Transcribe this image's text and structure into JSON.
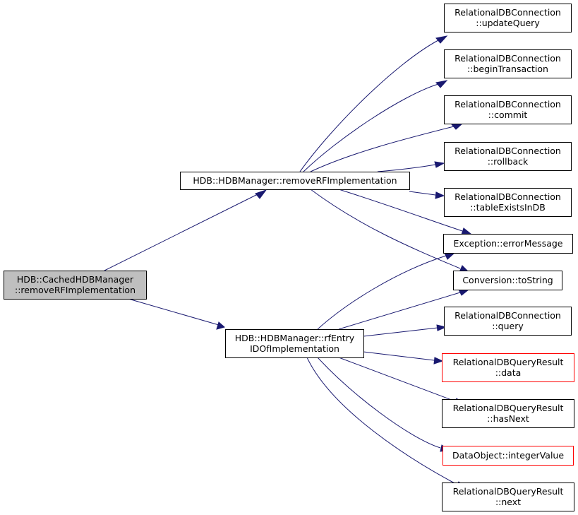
{
  "colors": {
    "edge": "#191970",
    "node_border": "#000000",
    "node_border_incomplete": "#ff0000",
    "node_fill": "#ffffff",
    "node_fill_root": "#bfbfbf"
  },
  "nodes": [
    {
      "id": "root",
      "lines": [
        "HDB::CachedHDBManager",
        "::removeRFImplementation"
      ],
      "style": "root"
    },
    {
      "id": "removeRF",
      "lines": [
        "HDB::HDBManager::removeRFImplementation"
      ],
      "style": "normal"
    },
    {
      "id": "rfEntry",
      "lines": [
        "HDB::HDBManager::rfEntry",
        "IDOfImplementation"
      ],
      "style": "normal"
    },
    {
      "id": "updateQuery",
      "lines": [
        "RelationalDBConnection",
        "::updateQuery"
      ],
      "style": "normal"
    },
    {
      "id": "beginTransaction",
      "lines": [
        "RelationalDBConnection",
        "::beginTransaction"
      ],
      "style": "normal"
    },
    {
      "id": "commit",
      "lines": [
        "RelationalDBConnection",
        "::commit"
      ],
      "style": "normal"
    },
    {
      "id": "rollback",
      "lines": [
        "RelationalDBConnection",
        "::rollback"
      ],
      "style": "normal"
    },
    {
      "id": "tableExists",
      "lines": [
        "RelationalDBConnection",
        "::tableExistsInDB"
      ],
      "style": "normal"
    },
    {
      "id": "errorMessage",
      "lines": [
        "Exception::errorMessage"
      ],
      "style": "normal"
    },
    {
      "id": "toString",
      "lines": [
        "Conversion::toString"
      ],
      "style": "normal"
    },
    {
      "id": "query",
      "lines": [
        "RelationalDBConnection",
        "::query"
      ],
      "style": "normal"
    },
    {
      "id": "data",
      "lines": [
        "RelationalDBQueryResult",
        "::data"
      ],
      "style": "incomplete"
    },
    {
      "id": "hasNext",
      "lines": [
        "RelationalDBQueryResult",
        "::hasNext"
      ],
      "style": "normal"
    },
    {
      "id": "integerValue",
      "lines": [
        "DataObject::integerValue"
      ],
      "style": "incomplete"
    },
    {
      "id": "next",
      "lines": [
        "RelationalDBQueryResult",
        "::next"
      ],
      "style": "normal"
    }
  ],
  "edges": [
    {
      "from": "root",
      "to": "removeRF"
    },
    {
      "from": "root",
      "to": "rfEntry"
    },
    {
      "from": "removeRF",
      "to": "updateQuery"
    },
    {
      "from": "removeRF",
      "to": "beginTransaction"
    },
    {
      "from": "removeRF",
      "to": "commit"
    },
    {
      "from": "removeRF",
      "to": "rollback"
    },
    {
      "from": "removeRF",
      "to": "tableExists"
    },
    {
      "from": "removeRF",
      "to": "errorMessage"
    },
    {
      "from": "removeRF",
      "to": "toString"
    },
    {
      "from": "rfEntry",
      "to": "errorMessage"
    },
    {
      "from": "rfEntry",
      "to": "toString"
    },
    {
      "from": "rfEntry",
      "to": "query"
    },
    {
      "from": "rfEntry",
      "to": "data"
    },
    {
      "from": "rfEntry",
      "to": "hasNext"
    },
    {
      "from": "rfEntry",
      "to": "integerValue"
    },
    {
      "from": "rfEntry",
      "to": "next"
    }
  ]
}
